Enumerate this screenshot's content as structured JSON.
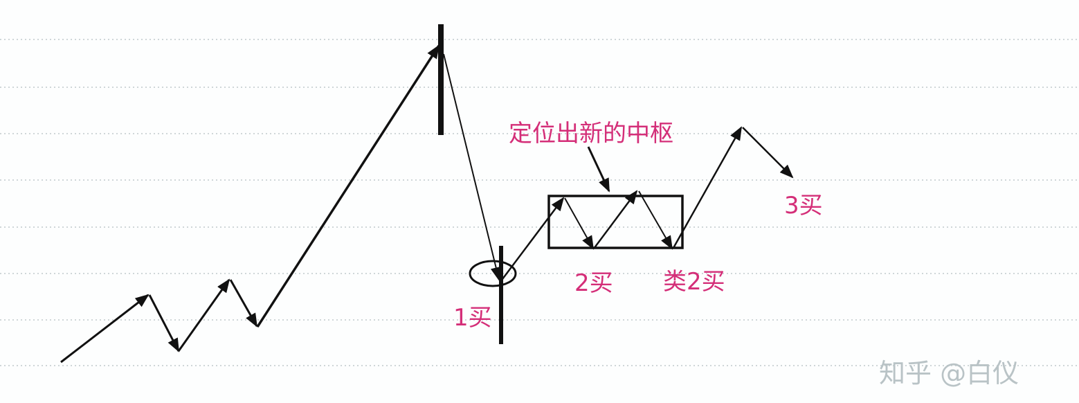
{
  "labels": {
    "center": "定位出新的中枢",
    "buy1": "1买",
    "buy2": "2买",
    "buy2_like": "类2买",
    "buy3": "3买"
  },
  "watermark": "知乎 @白仪",
  "colors": {
    "label": "#d42e78",
    "line": "#111111",
    "grid": "#cfd6d8",
    "watermark": "#b9c3c6"
  }
}
